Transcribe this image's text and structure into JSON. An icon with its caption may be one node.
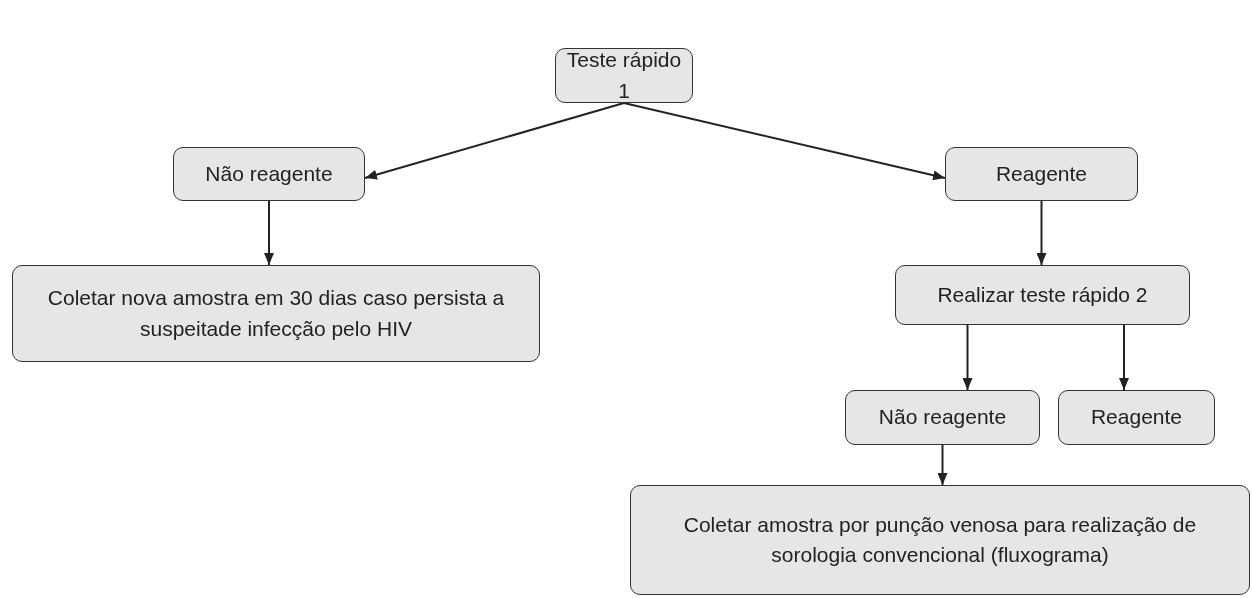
{
  "diagram": {
    "nodes": [
      {
        "text": [
          "Teste rápido 1"
        ]
      },
      {
        "text": [
          "Não reagente"
        ]
      },
      {
        "text": [
          "Reagente"
        ]
      },
      {
        "text": [
          "Coletar nova amostra em 30 dias caso persista a suspeitade infecção pelo HIV"
        ]
      },
      {
        "text": [
          "Realizar teste rápido 2"
        ]
      },
      {
        "text": [
          "Não reagente"
        ]
      },
      {
        "text": [
          "Reagente"
        ]
      },
      {
        "text": [
          "Coletar amostra por punção venosa para realização de sorologia convencional (fluxograma)"
        ]
      }
    ],
    "edges": [
      {
        "from": 0,
        "to": 1,
        "arrow": "to"
      },
      {
        "from": 0,
        "to": 2,
        "arrow": "to"
      },
      {
        "from": 1,
        "to": 3,
        "arrow": "to"
      },
      {
        "from": 2,
        "to": 4,
        "arrow": "to"
      },
      {
        "from": 4,
        "to": 5,
        "arrow": "to"
      },
      {
        "from": 4,
        "to": 6,
        "arrow": "to"
      },
      {
        "from": 5,
        "to": 7,
        "arrow": "to"
      }
    ]
  }
}
